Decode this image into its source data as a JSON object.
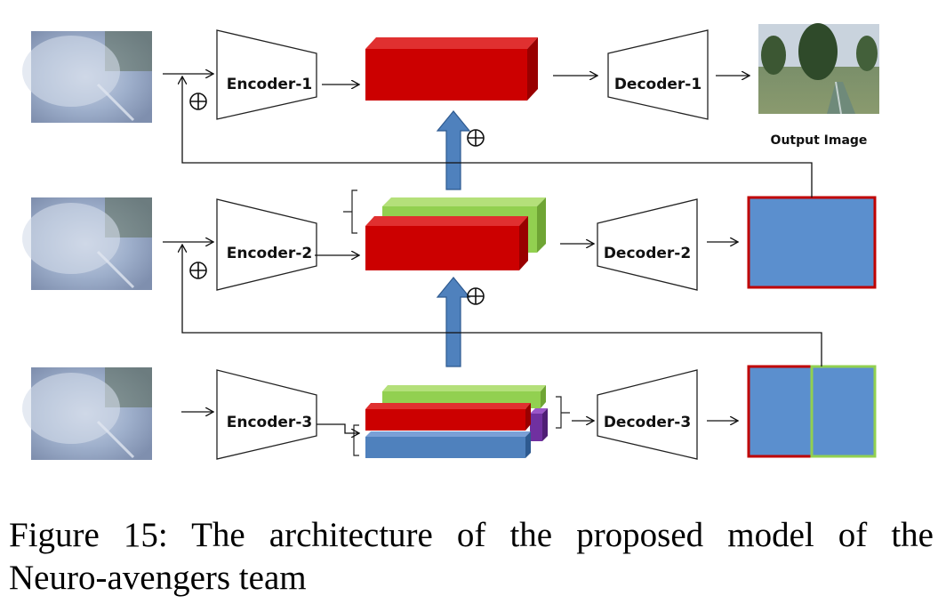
{
  "diagram": {
    "encoders": [
      "Encoder-1",
      "Encoder-2",
      "Encoder-3"
    ],
    "decoders": [
      "Decoder-1",
      "Decoder-2",
      "Decoder-3"
    ],
    "output_label": "Output Image",
    "plus_symbol": "⊕"
  },
  "colors": {
    "red_block": "#cc0000",
    "green_block": "#92d050",
    "blue_block": "#4f81bd",
    "purple_block": "#7030a0",
    "panel_blue": "#5b8fce",
    "panel_red_border": "#c00000",
    "panel_green_border": "#92d050",
    "arrow_fill": "#4f81bd"
  },
  "caption": {
    "line1": "Figure 15: The architecture of the proposed model of the",
    "line2": "Neuro-avengers team"
  }
}
